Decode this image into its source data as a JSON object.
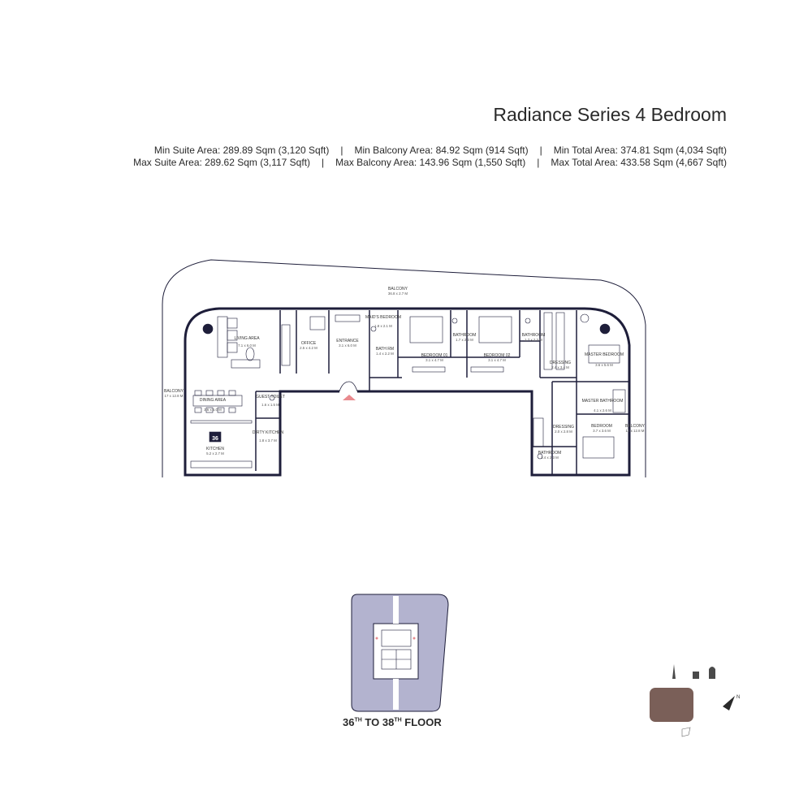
{
  "header": {
    "title": "Radiance Series 4 Bedroom",
    "min_suite": "Min Suite Area: 289.89 Sqm (3,120 Sqft)",
    "min_balcony": "Min Balcony Area: 84.92 Sqm (914 Sqft)",
    "min_total": "Min Total Area: 374.81 Sqm (4,034 Sqft)",
    "max_suite": "Max Suite Area: 289.62 Sqm (3,117 Sqft)",
    "max_balcony": "Max Balcony Area: 143.96 Sqm (1,550 Sqft)",
    "max_total": "Max Total Area: 433.58 Sqm (4,667 Sqft)",
    "separator": "|"
  },
  "rooms": {
    "balcony_top": {
      "name": "BALCONY",
      "dim": "36.8 x 2.7 M"
    },
    "balcony_left": {
      "name": "BALCONY",
      "dim": "17 x 12.8 M"
    },
    "balcony_right": {
      "name": "BALCONY",
      "dim": "12 x 12.8 M"
    },
    "living": {
      "name": "LIVING AREA",
      "dim": "7.1 x 6.0 M"
    },
    "office": {
      "name": "OFFICE",
      "dim": "2.5 x 4.2 M"
    },
    "entrance": {
      "name": "ENTRANCE",
      "dim": "3.1 x 6.0 M"
    },
    "maids": {
      "name": "MAID'S BEDROOM",
      "dim": "1.8 x 2.1 M"
    },
    "bath_rm": {
      "name": "BATH RM",
      "dim": "1.4 x 2.2 M"
    },
    "bedroom1": {
      "name": "BEDROOM 01",
      "dim": "3.1 x 4.7 M"
    },
    "bathroom_a": {
      "name": "BATHROOM",
      "dim": "1.7 x 2.3 M"
    },
    "bedroom2": {
      "name": "BEDROOM 02",
      "dim": "3.1 x 4.7 M"
    },
    "bathroom_b": {
      "name": "BATHROOM",
      "dim": "1.7 x 2.3 M"
    },
    "dressing1": {
      "name": "DRESSING",
      "dim": "2.4 x 3.4 M"
    },
    "master": {
      "name": "MASTER BEDROOM",
      "dim": "3.6 x 5.6 M"
    },
    "master_bath": {
      "name": "MASTER BATHROOM",
      "dim": "4.1 x 2.6 M"
    },
    "dining": {
      "name": "DINING AREA",
      "dim": "3.6 x 5.0 M"
    },
    "guest_toilet": {
      "name": "GUEST TOILET",
      "dim": "1.6 x 1.5 M"
    },
    "dirty_kitchen": {
      "name": "DIRTY KITCHEN",
      "dim": "1.8 x 3.7 M"
    },
    "kitchen": {
      "name": "KITCHEN",
      "dim": "5.2 x 2.7 M"
    },
    "dressing2": {
      "name": "DRESSING",
      "dim": "2.0 x 2.8 M"
    },
    "bedroom3": {
      "name": "BEDROOM",
      "dim": "3.7 x 3.6 M"
    },
    "bathroom_c": {
      "name": "BATHROOM",
      "dim": "3.4 x 2.3 M"
    },
    "fridge_tag": "36"
  },
  "key_plan": {
    "floor_label_a": "36",
    "floor_sup_a": "TH",
    "floor_label_b": " TO 38",
    "floor_sup_b": "TH",
    "floor_label_c": " FLOOR"
  },
  "compass": {
    "north": "N"
  },
  "colors": {
    "wall": "#1e1e3a",
    "keyplan_fill": "#b3b3cf",
    "unit_marker": "#7a5f58",
    "entry_marker": "#e98a8e"
  }
}
